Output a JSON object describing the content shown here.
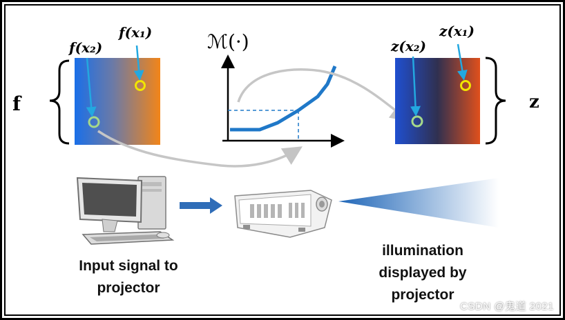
{
  "labels": {
    "f_brace": "f",
    "f_x2": "f(x₂)",
    "f_x1": "f(x₁)",
    "mapping": "ℳ(·)",
    "z_x2": "z(x₂)",
    "z_x1": "z(x₁)",
    "z_brace": "z",
    "computer_caption_line1": "Input signal to",
    "computer_caption_line2": "projector",
    "beam_caption_line1": "illumination",
    "beam_caption_line2": "displayed by",
    "beam_caption_line3": "projector"
  },
  "watermark": "CSDN @鬼道 2021",
  "colors": {
    "gradient_f_left": "#1a73e8",
    "gradient_f_right": "#f0841a",
    "gradient_z_left": "#1e50c8",
    "gradient_z_right": "#e0501e",
    "curve": "#1f78c8",
    "marker_x1": "#f2e600",
    "marker_x2": "#9ad07a",
    "arrow_gray": "#c4c4c4",
    "pointer_blue": "#23a8e0",
    "beam": "#2a74c0"
  }
}
